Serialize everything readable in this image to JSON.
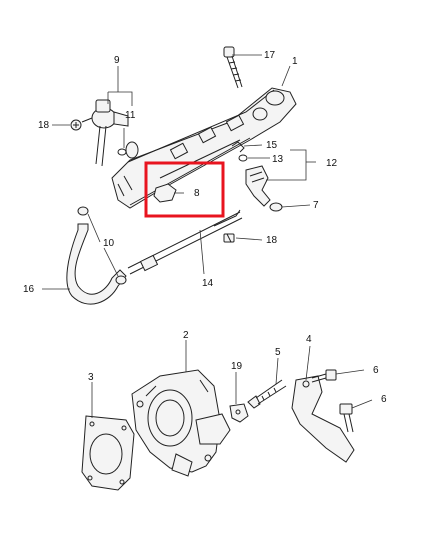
{
  "diagram": {
    "highlight": {
      "color": "#e8141f"
    },
    "callouts": {
      "c1": "1",
      "c2": "2",
      "c3": "3",
      "c4": "4",
      "c5": "5",
      "c6a": "6",
      "c6b": "6",
      "c7": "7",
      "c8": "8",
      "c9": "9",
      "c10": "10",
      "c11": "11",
      "c12": "12",
      "c13": "13",
      "c14": "14",
      "c15": "15",
      "c16": "16",
      "c17": "17",
      "c18a": "18",
      "c18b": "18",
      "c19": "19"
    }
  }
}
